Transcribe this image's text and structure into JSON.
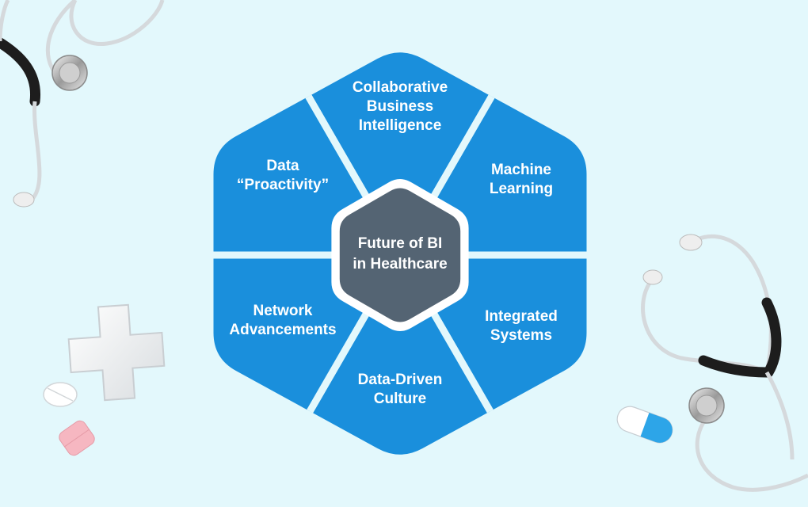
{
  "diagram": {
    "center": {
      "lines": [
        "Future of BI",
        "in Healthcare"
      ]
    },
    "segments": [
      {
        "id": "top",
        "lines": [
          "Collaborative",
          "Business",
          "Intelligence"
        ]
      },
      {
        "id": "upper-right",
        "lines": [
          "Machine",
          "Learning"
        ]
      },
      {
        "id": "lower-right",
        "lines": [
          "Integrated",
          "Systems"
        ]
      },
      {
        "id": "bottom",
        "lines": [
          "Data-Driven",
          "Culture"
        ]
      },
      {
        "id": "lower-left",
        "lines": [
          "Network",
          "Advancements"
        ]
      },
      {
        "id": "upper-left",
        "lines": [
          "Data",
          "“Proactivity”"
        ]
      }
    ]
  },
  "colors": {
    "background": "#e3f8fc",
    "segment": "#1a8fdc",
    "divider": "#e3f8fc",
    "center": "#546473",
    "center_ring": "#ffffff",
    "text": "#ffffff"
  },
  "decor": {
    "icons": [
      "stethoscope-icon",
      "stethoscope-icon",
      "medical-cross-icon",
      "pill-icon",
      "tablet-icon",
      "capsule-icon"
    ]
  }
}
